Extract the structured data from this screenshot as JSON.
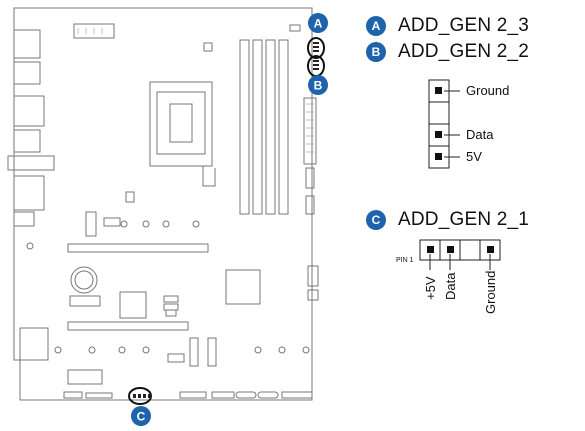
{
  "legend": [
    {
      "badge": "A",
      "text": "ADD_GEN 2_3"
    },
    {
      "badge": "B",
      "text": "ADD_GEN 2_2"
    },
    {
      "badge": "C",
      "text": "ADD_GEN 2_1"
    }
  ],
  "vertical_header": {
    "pins": [
      "Ground",
      "",
      "Data",
      "5V"
    ]
  },
  "horizontal_header": {
    "pin1_label": "PIN 1",
    "pins": [
      "+5V",
      "Data",
      "",
      "Ground"
    ]
  },
  "board_callouts": [
    "A",
    "B",
    "C"
  ],
  "colors": {
    "badge": "#1d64ac",
    "line": "#222222",
    "board_outline": "#777777"
  }
}
